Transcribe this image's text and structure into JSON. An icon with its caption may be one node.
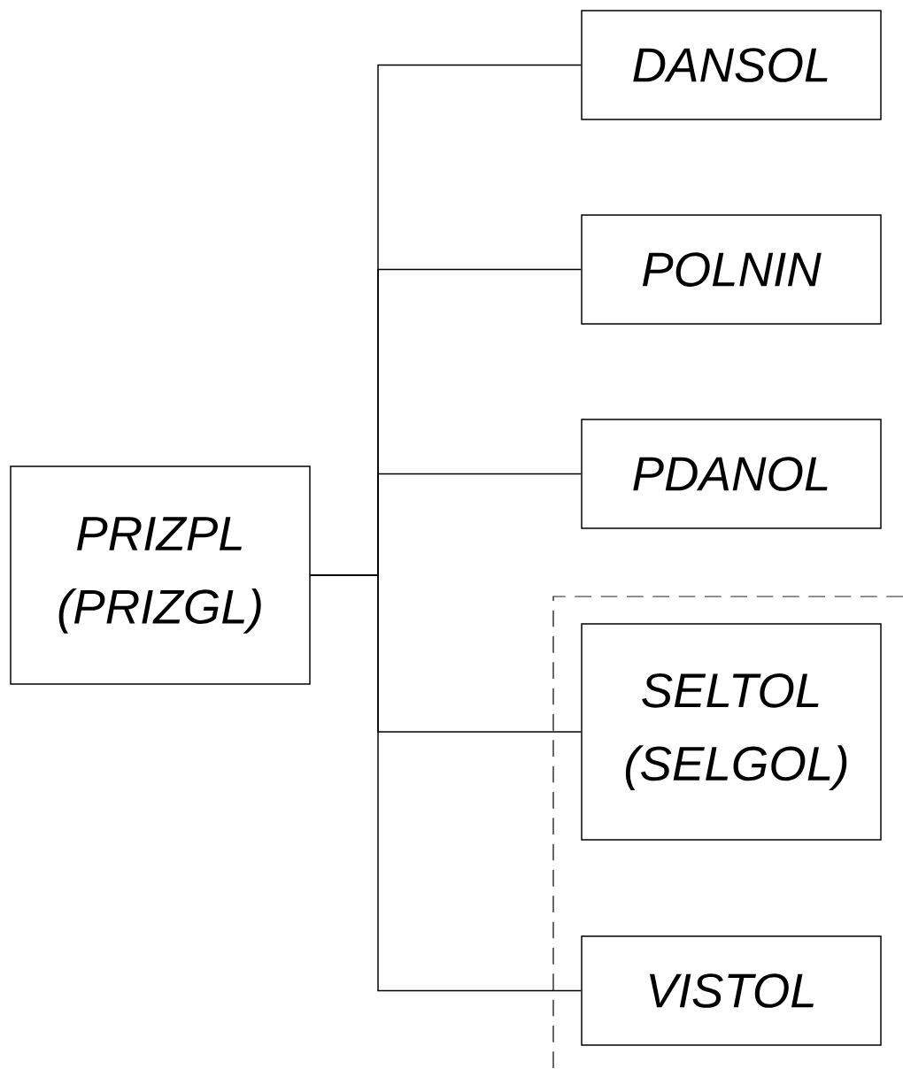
{
  "diagram": {
    "nodes": [
      {
        "text": [
          "PRIZPL (PRIZGL)"
        ]
      },
      {
        "text": [
          "DANSOL"
        ]
      },
      {
        "text": [
          "POLNIN"
        ]
      },
      {
        "text": [
          "PDANOL"
        ]
      },
      {
        "text": [
          "SELTOL (SELGOL)"
        ]
      },
      {
        "text": [
          "VISTOL"
        ]
      }
    ],
    "edges": [
      {
        "from": 0,
        "to": 1,
        "arrow": "none"
      },
      {
        "from": 0,
        "to": 2,
        "arrow": "none"
      },
      {
        "from": 0,
        "to": 3,
        "arrow": "none"
      },
      {
        "from": 0,
        "to": 4,
        "arrow": "none"
      },
      {
        "from": 0,
        "to": 5,
        "arrow": "none"
      }
    ]
  }
}
